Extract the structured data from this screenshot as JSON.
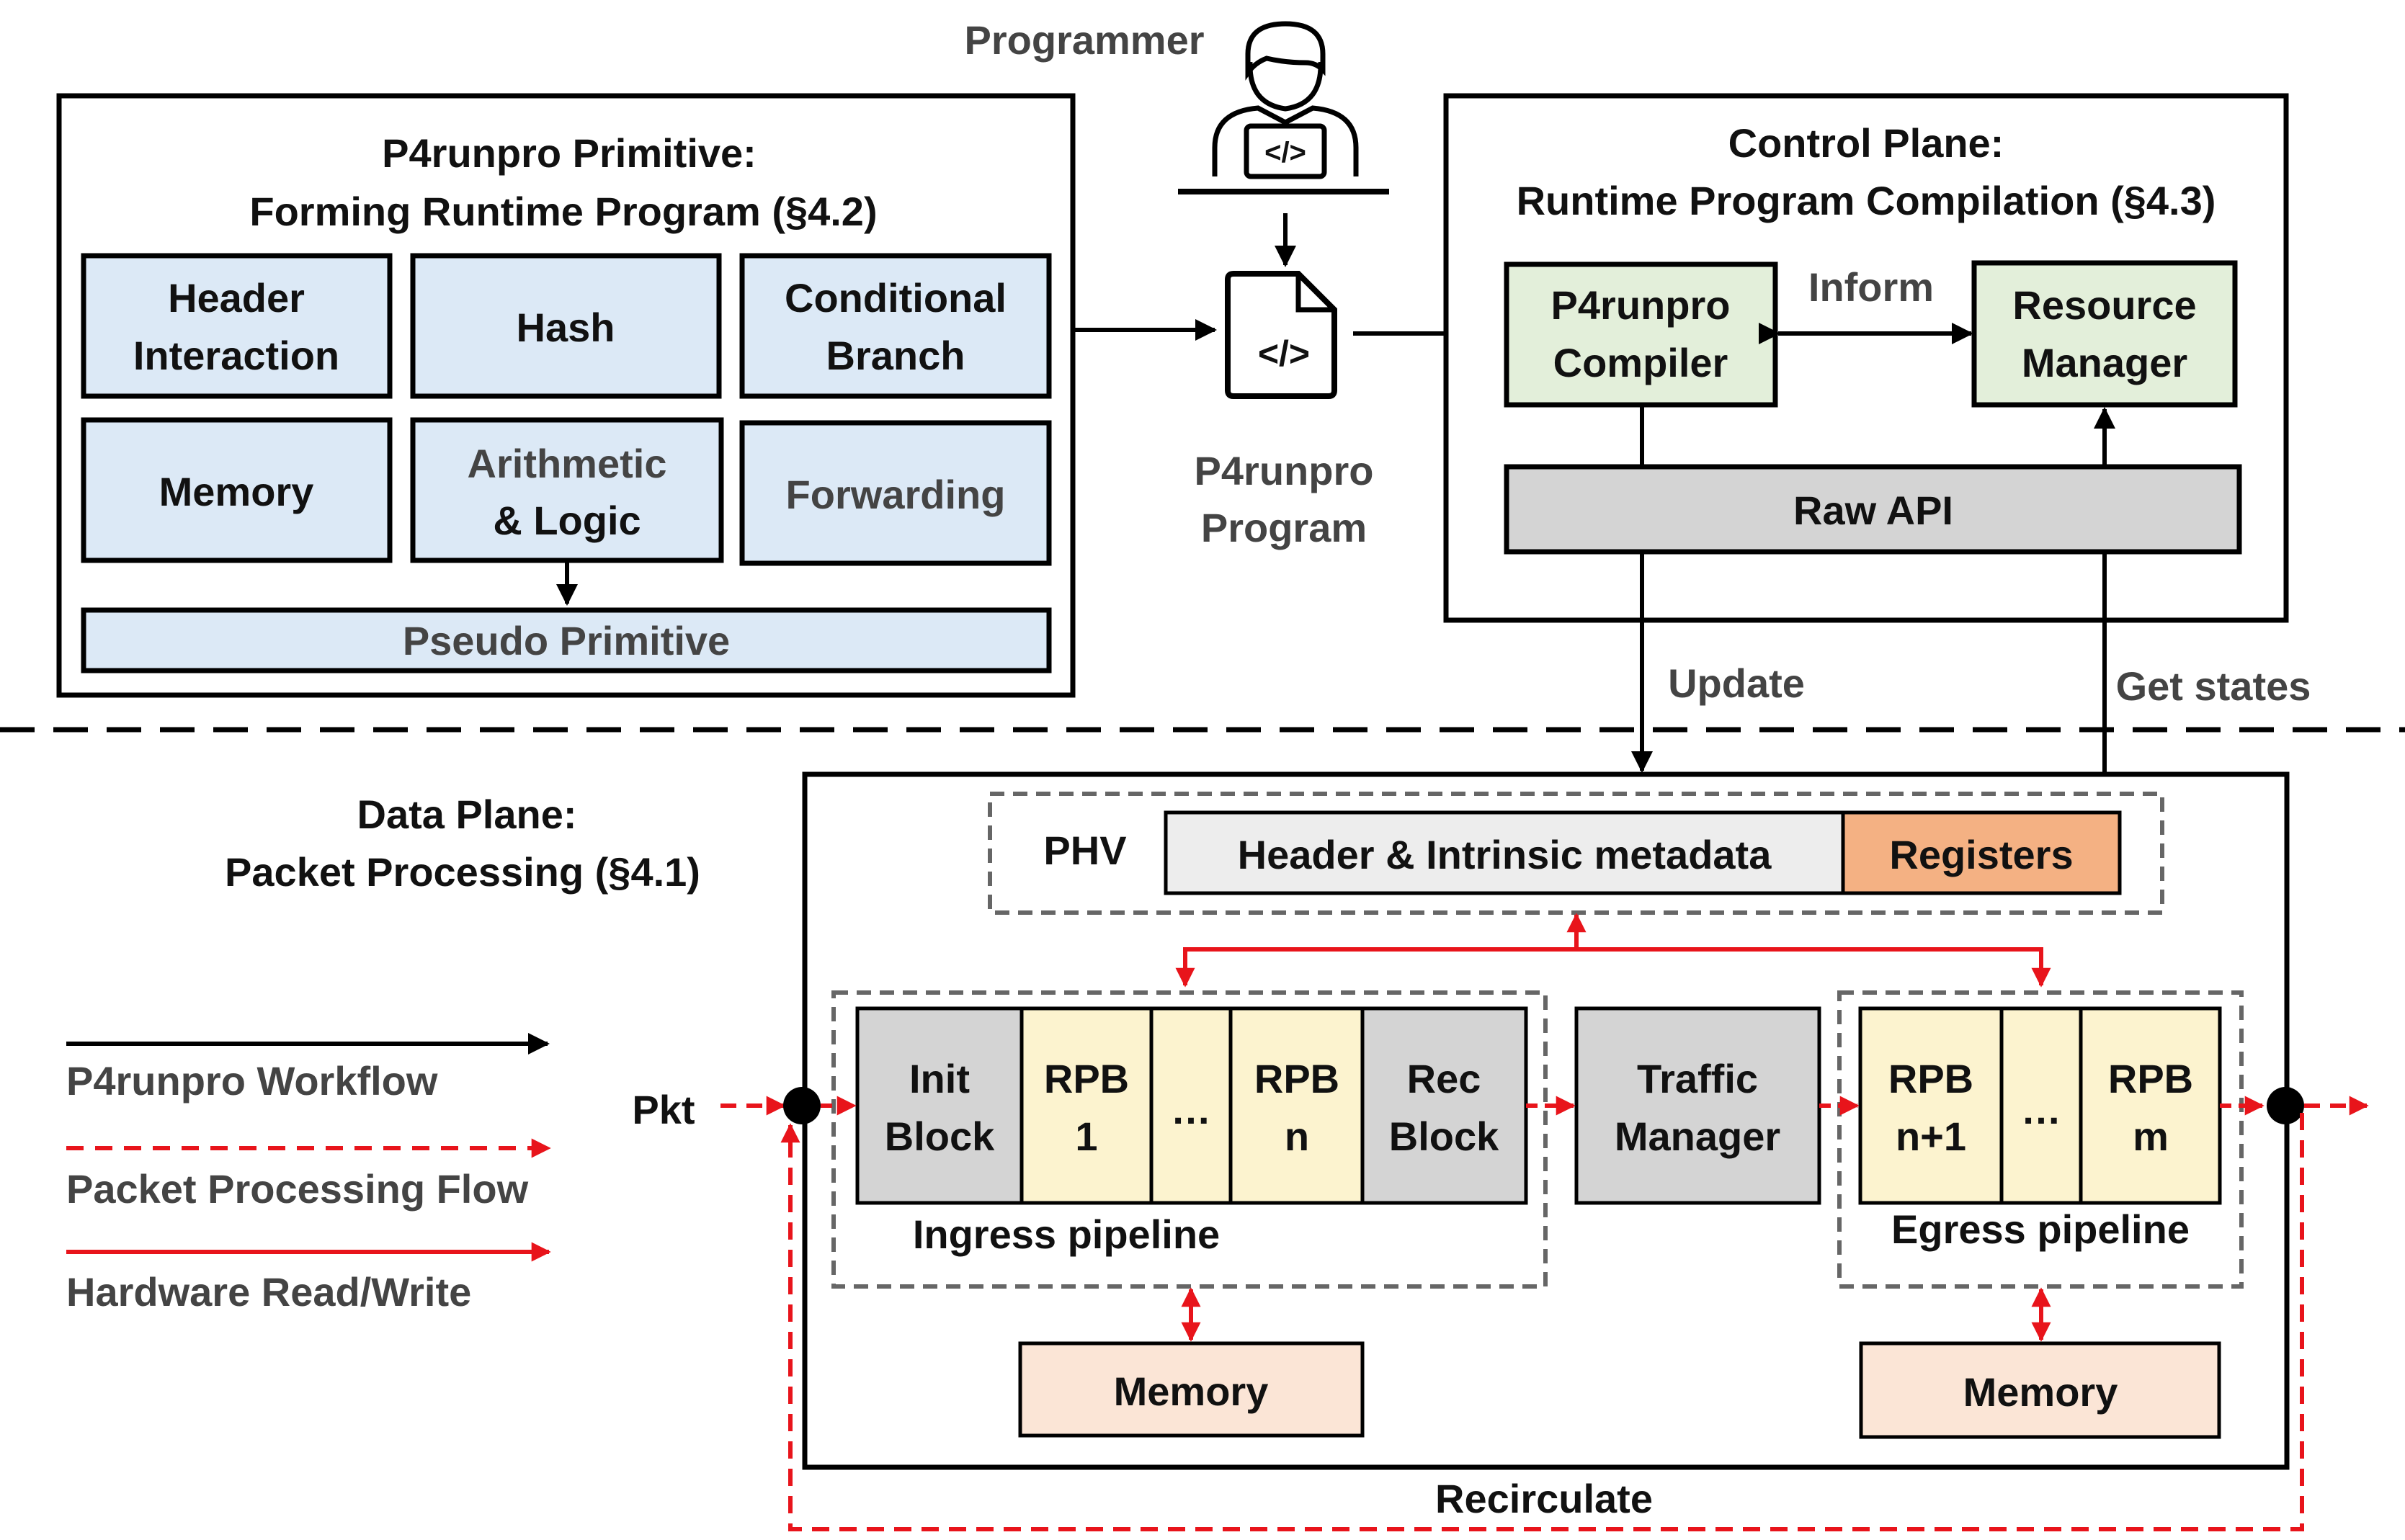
{
  "programmer": {
    "label": "Programmer"
  },
  "program": {
    "line1": "P4runpro",
    "line2": "Program"
  },
  "primitive_panel": {
    "title_line1": "P4runpro Primitive:",
    "title_line2": "Forming Runtime Program (§4.2)",
    "boxes": {
      "header_interaction": [
        "Header",
        "Interaction"
      ],
      "hash": [
        "Hash"
      ],
      "conditional_branch": [
        "Conditional",
        "Branch"
      ],
      "memory": [
        "Memory"
      ],
      "arithmetic_logic": [
        "Arithmetic",
        "& Logic"
      ],
      "forwarding": [
        "Forwarding"
      ]
    },
    "pseudo": "Pseudo Primitive"
  },
  "control_plane": {
    "title_line1": "Control Plane:",
    "title_line2": "Runtime Program Compilation (§4.3)",
    "compiler": [
      "P4runpro",
      "Compiler"
    ],
    "resource_manager": [
      "Resource",
      "Manager"
    ],
    "inform": "Inform",
    "raw_api": "Raw API"
  },
  "links": {
    "update": "Update",
    "get_states": "Get states"
  },
  "data_plane": {
    "title_line1": "Data Plane:",
    "title_line2": "Packet Processing (§4.1)",
    "phv": "PHV",
    "header_meta": "Header & Intrinsic metadata",
    "registers": "Registers",
    "ingress": {
      "init": [
        "Init",
        "Block"
      ],
      "rpb1": [
        "RPB",
        "1"
      ],
      "dots": "…",
      "rpbn": [
        "RPB",
        "n"
      ],
      "rec": [
        "Rec",
        "Block"
      ],
      "label": "Ingress pipeline"
    },
    "traffic_manager": [
      "Traffic",
      "Manager"
    ],
    "egress": {
      "rpbn1": [
        "RPB",
        "n+1"
      ],
      "dots": "…",
      "rpbm": [
        "RPB",
        "m"
      ],
      "label": "Egress pipeline"
    },
    "memory_left": "Memory",
    "memory_right": "Memory",
    "pkt": "Pkt",
    "recirculate": "Recirculate"
  },
  "legend": {
    "workflow": "P4runpro Workflow",
    "packet_flow": "Packet Processing Flow",
    "hw_rw": "Hardware Read/Write"
  },
  "colors": {
    "primitive_fill": "#dce9f6",
    "compiler_fill": "#e3efda",
    "gray_fill": "#d4d4d4",
    "rpb_fill": "#fcf3cf",
    "registers_fill": "#f4b183",
    "memory_fill": "#fbe5d6",
    "phv_fill": "#ededed",
    "red": "#e8141b"
  }
}
